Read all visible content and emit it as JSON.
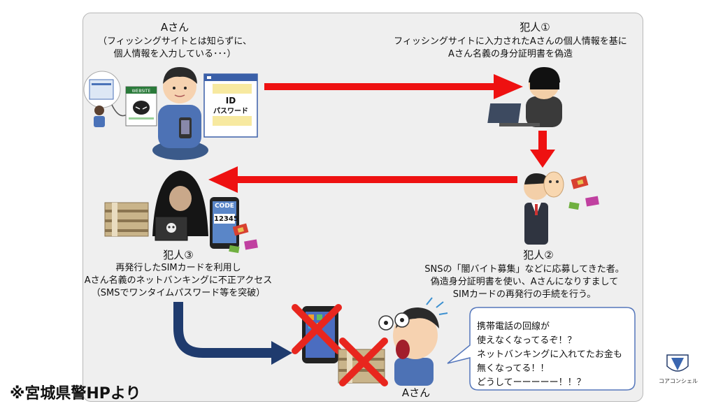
{
  "person_a": {
    "name": "Aさん",
    "line1": "（フィッシングサイトとは知らずに、",
    "line2": "個人情報を入力している･･･）"
  },
  "criminal1": {
    "name": "犯人①",
    "line1": "フィッシングサイトに入力されたAさんの個人情報を基に",
    "line2": "Aさん名義の身分証明書を偽造"
  },
  "criminal2": {
    "name": "犯人②",
    "line1": "SNSの「闇バイト募集」などに応募してきた者。",
    "line2": "偽造身分証明書を使い、Aさんになりすまして",
    "line3": "SIMカードの再発行の手続を行う。"
  },
  "criminal3": {
    "name": "犯人③",
    "line1": "再発行したSIMカードを利用し",
    "line2": "Aさん名義のネットバンキングに不正アクセス",
    "line3": "（SMSでワンタイムパスワード等を突破）"
  },
  "victim": {
    "name": "Aさん"
  },
  "speech": {
    "line1": "携帯電話の回線が",
    "line2": "使えなくなってるぞ！？",
    "line3": "ネットバンキングに入れてたお金も",
    "line4": "無くなってる！！",
    "line5": "どうしてーーーーー！！？"
  },
  "login_form": {
    "id_label": "ID",
    "password_label": "パスワード"
  },
  "website_label": "WEBSITE",
  "phone": {
    "code_label": "CODE",
    "code_value": "12345"
  },
  "source": "※宮城県警HPより",
  "logo": {
    "label": "コアコンシェル"
  },
  "colors": {
    "arrow_red": "#ee1111",
    "arrow_navy": "#1f3b6e",
    "cross_red": "#e8261e"
  }
}
